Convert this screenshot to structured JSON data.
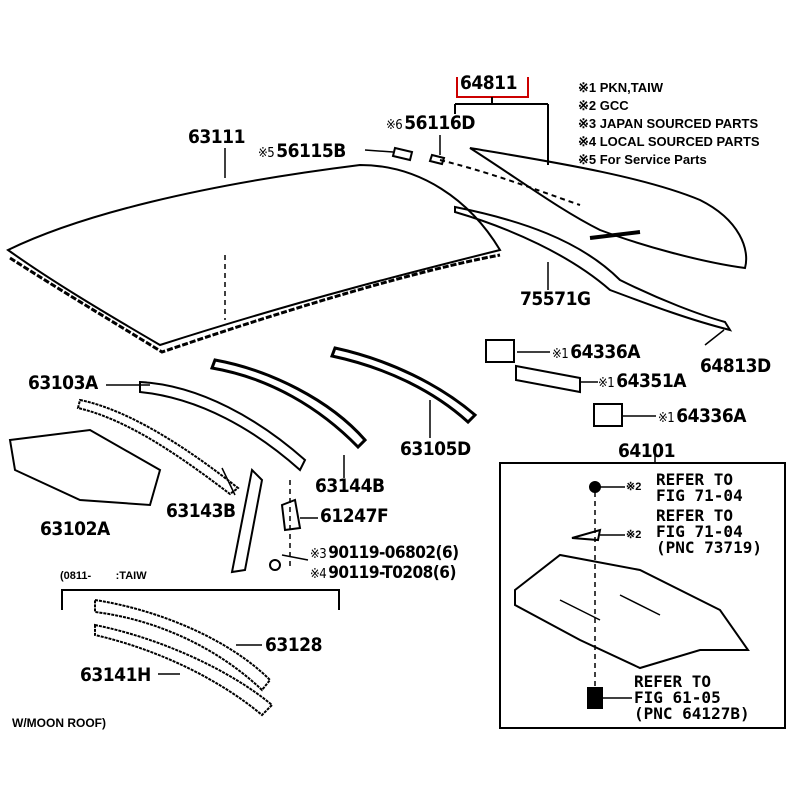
{
  "parts": {
    "p64811": "64811",
    "p56116D": "56116D",
    "m56116D": "※6",
    "p63111": "63111",
    "p56115B": "56115B",
    "m56115B": "※5",
    "p75571G": "75571G",
    "p64813D": "64813D",
    "p64336A_1": "64336A",
    "m64336A_1": "※1",
    "p64351A": "64351A",
    "m64351A": "※1",
    "p64336A_2": "64336A",
    "m64336A_2": "※1",
    "p63103A": "63103A",
    "p63105D": "63105D",
    "p64101": "64101",
    "p63143B": "63143B",
    "p63144B": "63144B",
    "p61247F": "61247F",
    "p63102A": "63102A",
    "p90119a": "90119-06802(6)",
    "m90119a": "※3",
    "p90119b": "90119-T0208(6)",
    "m90119b": "※4",
    "p63128": "63128",
    "p63141H": "63141H"
  },
  "notes": [
    "※1 PKN,TAIW",
    "※2 GCC",
    "※3 JAPAN SOURCED PARTS",
    "※4 LOCAL SOURCED PARTS",
    "※5 For Service Parts"
  ],
  "refs": {
    "r1": [
      "REFER TO",
      "FIG 71-04"
    ],
    "r1_mark": "※2",
    "r2": [
      "REFER TO",
      "FIG 71-04",
      "(PNC 73719)"
    ],
    "r2_mark": "※2",
    "r3": [
      "REFER TO",
      "FIG 61-05",
      "(PNC 64127B)"
    ]
  },
  "group_label": "(0811-        :TAIW",
  "footer": "W/MOON ROOF)",
  "colors": {
    "highlight": "#cc0000",
    "ink": "#000000"
  }
}
